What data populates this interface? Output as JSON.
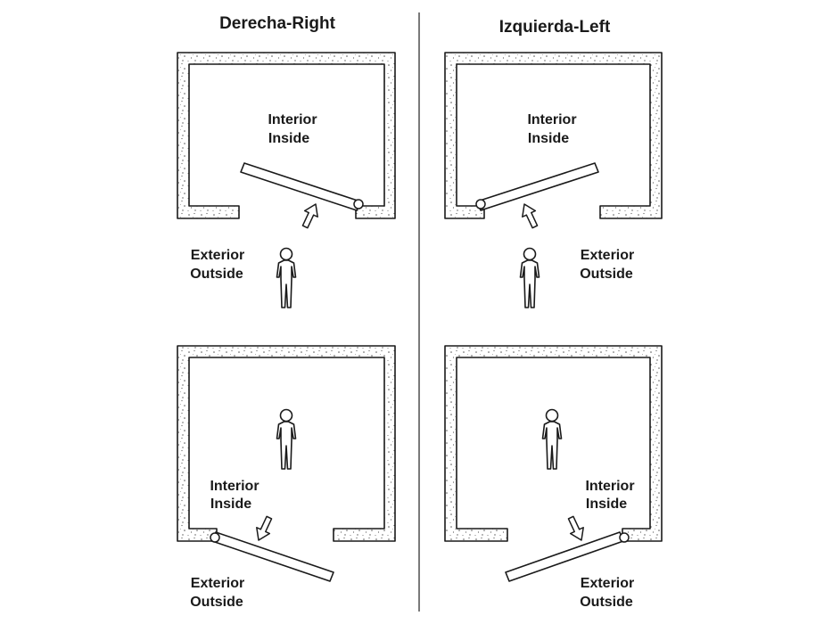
{
  "titles": {
    "right": "Derecha-Right",
    "left": "Izquierda-Left"
  },
  "labels": {
    "interior_line1": "Interior",
    "interior_line2": "Inside",
    "exterior_line1": "Exterior",
    "exterior_line2": "Outside"
  },
  "colors": {
    "line": "#1a1a1a",
    "wall_fill": "#ffffff",
    "speckle": "#555555"
  },
  "icons": {
    "person": "person-icon",
    "arrow": "arrow-icon",
    "hinge": "hinge-icon"
  }
}
